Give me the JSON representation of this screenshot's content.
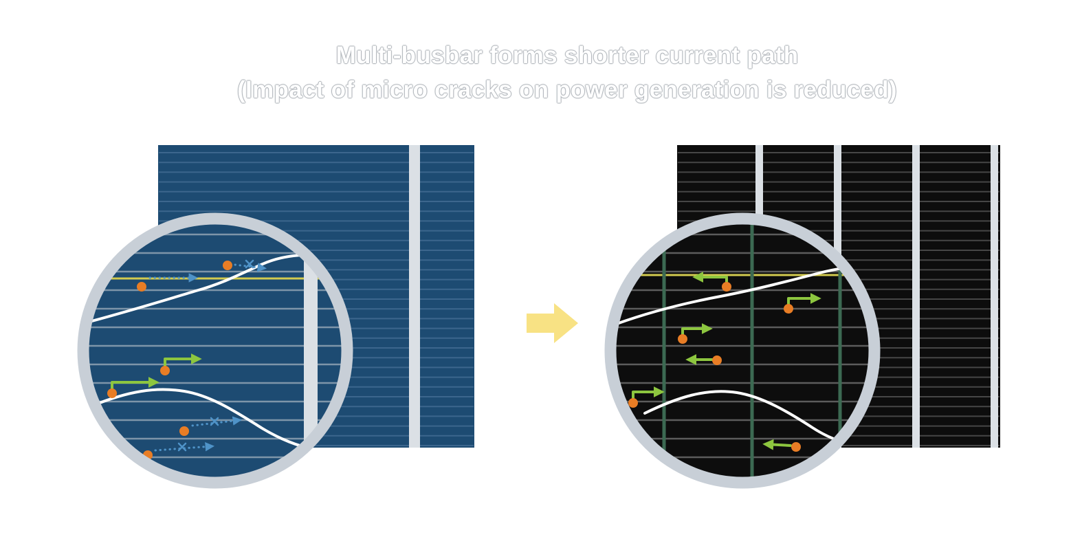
{
  "title": {
    "line1": "Multi-busbar forms shorter current path",
    "line2": "(Impact of micro cracks on power generation is reduced)"
  },
  "left_cell": {
    "busbar_count": 1
  },
  "right_cell": {
    "busbar_count": 4
  },
  "colors": {
    "background": "#ffffff",
    "title_text": "#ffffff",
    "title_outline": "#a9aeb4",
    "blue_cell": "#1d4b72",
    "blue_cell_line": "#3c668d",
    "black_cell": "#0d0d0d",
    "black_cell_line": "#464646",
    "blue_mag_line": "#7e95a9",
    "black_mag_line": "#5c5c5c",
    "busbar": "#dbe0e5",
    "magnifier_ring": "#c8cfd7",
    "yellow_finger_line": "#d3cb4f",
    "crack": "#ffffff",
    "electron": "#e87d25",
    "short_path_arrow": "#8dc63f",
    "blocked_path_arrow": "#4f93c8",
    "multi_busbar_wire": "#3c6a52",
    "transition_arrow": "#f8e284"
  }
}
